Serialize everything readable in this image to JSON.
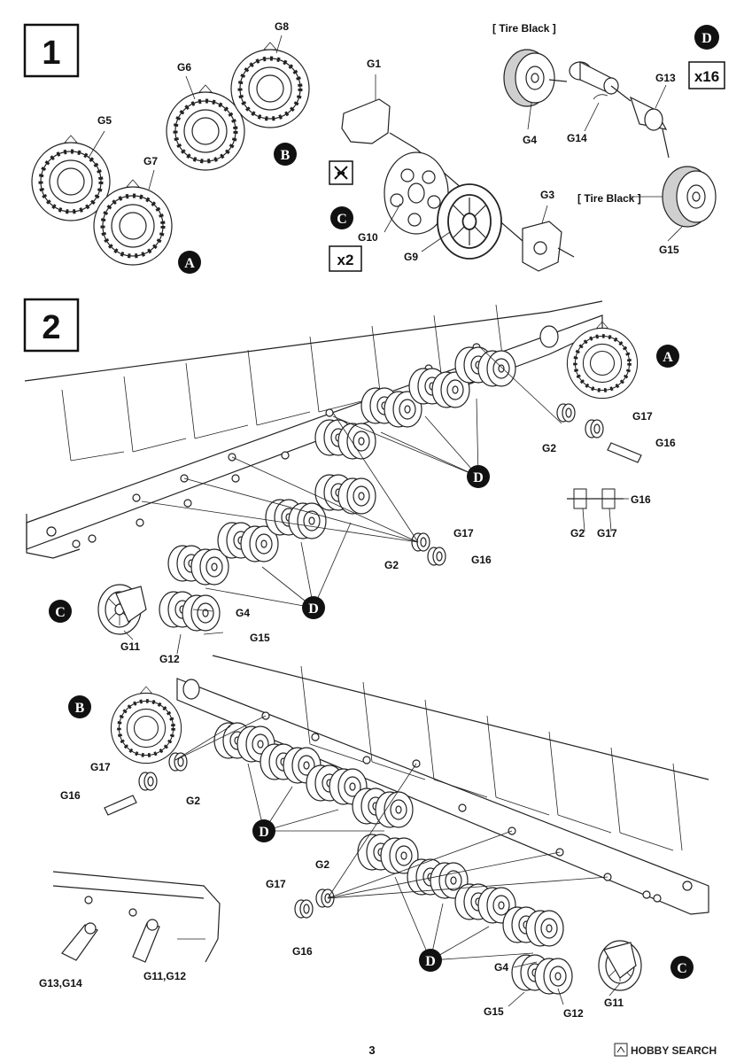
{
  "page_number": "3",
  "watermark": "HOBBY SEARCH",
  "paint_callout": "[ Tire Black ]",
  "step1": {
    "number": "1",
    "labels": {
      "G1": "G1",
      "G3": "G3",
      "G4": "G4",
      "G5": "G5",
      "G6": "G6",
      "G7": "G7",
      "G8": "G8",
      "G9": "G9",
      "G10": "G10",
      "G13": "G13",
      "G14": "G14",
      "G15": "G15"
    },
    "markers": {
      "A": "A",
      "B": "B",
      "C": "C",
      "D": "D"
    },
    "mult_c": "x2",
    "mult_d": "x16",
    "cement_icon": "no-cement-icon"
  },
  "step2": {
    "number": "2",
    "labels": {
      "G2": "G2",
      "G4": "G4",
      "G11": "G11",
      "G12": "G12",
      "G15": "G15",
      "G16": "G16",
      "G17": "G17",
      "G13G14": "G13,G14",
      "G11G12": "G11,G12"
    },
    "markers": {
      "A": "A",
      "B": "B",
      "C": "C",
      "D": "D"
    }
  }
}
